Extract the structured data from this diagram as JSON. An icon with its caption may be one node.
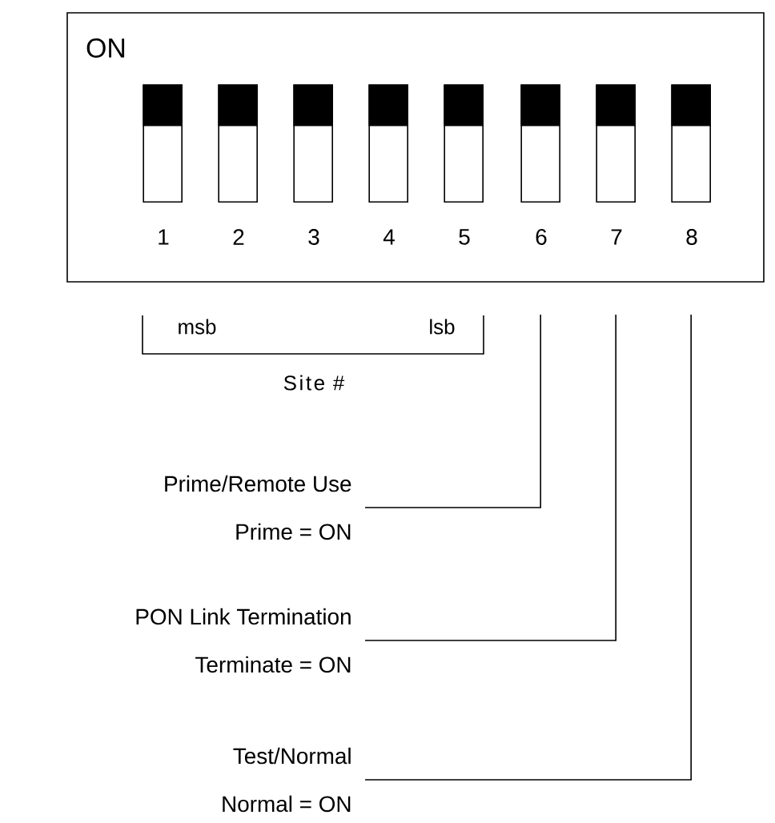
{
  "diagram": {
    "nodes": [
      {
        "text": [
          "ON"
        ]
      },
      {
        "text": [],
        "shape": "box",
        "in": 0,
        "beside": [
          "1"
        ]
      },
      {
        "text": [],
        "shape": "box",
        "in": 0,
        "beside": [
          "2"
        ]
      },
      {
        "text": [],
        "shape": "box",
        "in": 0,
        "beside": [
          "3"
        ]
      },
      {
        "text": [],
        "shape": "box",
        "in": 0,
        "beside": [
          "4"
        ]
      },
      {
        "text": [],
        "shape": "box",
        "in": 0,
        "beside": [
          "5"
        ]
      },
      {
        "text": [],
        "shape": "box",
        "in": 0,
        "beside": [
          "6"
        ]
      },
      {
        "text": [],
        "shape": "box",
        "in": 0,
        "beside": [
          "7"
        ]
      },
      {
        "text": [],
        "shape": "box",
        "in": 0,
        "beside": [
          "8"
        ]
      },
      {
        "text": [
          "Prime/Remote Use",
          "Prime = ON"
        ]
      },
      {
        "text": [
          "PON Link Termination",
          "Terminate = ON"
        ]
      },
      {
        "text": [
          "Test/Normal",
          "Normal  = ON"
        ]
      }
    ],
    "edges": [
      {
        "from": 9,
        "to": 6,
        "arrow": "none"
      },
      {
        "from": 10,
        "to": 7,
        "arrow": "none"
      },
      {
        "from": 11,
        "to": 8,
        "arrow": "none"
      }
    ],
    "labels": [
      "msb",
      "lsb",
      "Site #"
    ]
  }
}
